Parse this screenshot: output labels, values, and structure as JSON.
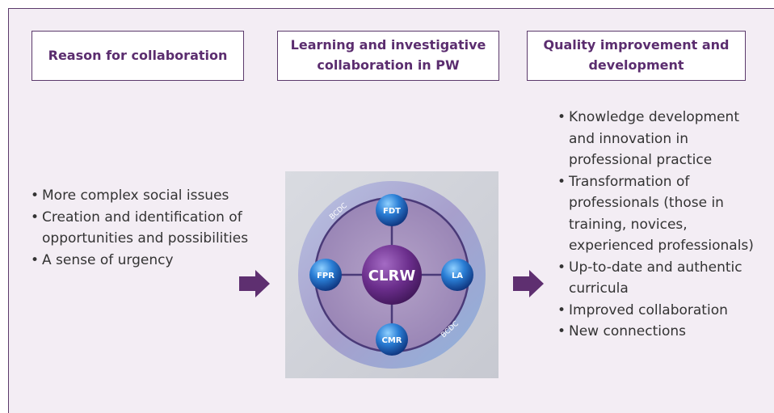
{
  "headers": {
    "reason": "Reason for collaboration",
    "learning": "Learning and investigative collaboration in PW",
    "quality": "Quality improvement and development"
  },
  "reasons": [
    "More complex social issues",
    "Creation and identification of opportunities and possibilities",
    "A sense of urgency"
  ],
  "improvements": [
    "Knowledge development and innovation in professional practice",
    "Transformation of professionals (those in training, novices, experienced professionals)",
    "Up-to-date and authentic curricula",
    "Improved collaboration",
    "New connections"
  ],
  "diagram": {
    "center": "CLRW",
    "nodes": {
      "top": "FDT",
      "left": "FPR",
      "right": "LA",
      "bottom": "CMR"
    },
    "ring_label_upper": "BCDC",
    "ring_label_lower": "BCDC"
  },
  "colors": {
    "purple": "#5b2d6f",
    "arrow": "#5e2f70",
    "panel": "#f3edf4",
    "node_blue": "#1f5fb8"
  }
}
